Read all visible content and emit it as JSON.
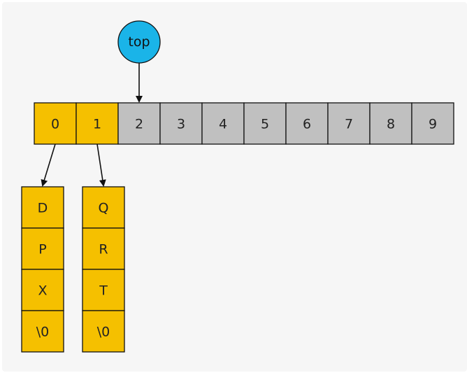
{
  "top_pointer": {
    "label": "top",
    "color": "#1ab4e8",
    "points_to_index": 2
  },
  "array": {
    "cells": [
      "0",
      "1",
      "2",
      "3",
      "4",
      "5",
      "6",
      "7",
      "8",
      "9"
    ],
    "used_count": 2,
    "used_color": "#f5c000",
    "free_color": "#c0c0c0"
  },
  "strings": [
    {
      "from_index": 0,
      "chars": [
        "D",
        "P",
        "X",
        "\\0"
      ]
    },
    {
      "from_index": 1,
      "chars": [
        "Q",
        "R",
        "T",
        "\\0"
      ]
    }
  ],
  "colors": {
    "string_fill": "#f5c000",
    "stroke": "#111111",
    "background": "#f6f6f6"
  }
}
